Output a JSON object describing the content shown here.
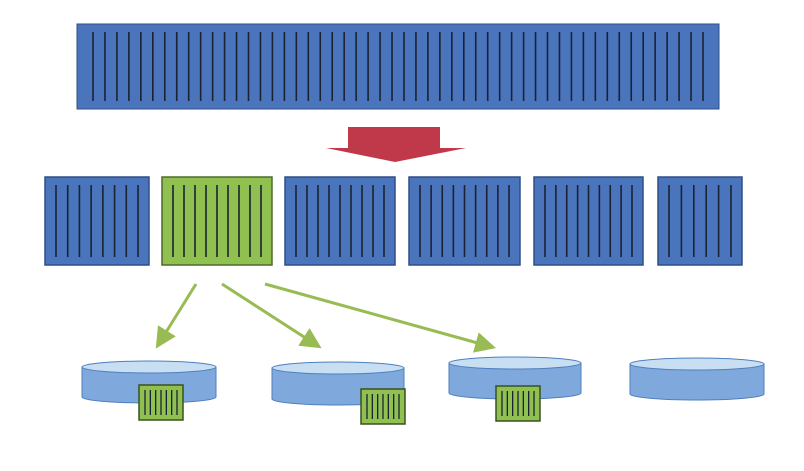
{
  "diagram": {
    "colors": {
      "block_fill": "#4a75bd",
      "block_stroke": "#2e4f86",
      "stripe": "#1a2233",
      "selected_fill": "#90c050",
      "selected_stroke": "#4e6b2a",
      "red_arrow": "#c0394a",
      "green_arrow": "#98bb54",
      "disk_top": "#c8def2",
      "disk_body": "#7fa9dc",
      "disk_stroke": "#4f7fbe"
    },
    "source_block": {
      "stripe_count": 52
    },
    "chunks": [
      {
        "id": "chunk-1",
        "selected": false,
        "stripe_count": 8
      },
      {
        "id": "chunk-2",
        "selected": true,
        "stripe_count": 9
      },
      {
        "id": "chunk-3",
        "selected": false,
        "stripe_count": 9
      },
      {
        "id": "chunk-4",
        "selected": false,
        "stripe_count": 9
      },
      {
        "id": "chunk-5",
        "selected": false,
        "stripe_count": 9
      },
      {
        "id": "chunk-6",
        "selected": false,
        "stripe_count": 6
      }
    ],
    "disks": [
      {
        "id": "disk-1",
        "has_replica": true
      },
      {
        "id": "disk-2",
        "has_replica": true
      },
      {
        "id": "disk-3",
        "has_replica": true
      },
      {
        "id": "disk-4",
        "has_replica": false
      }
    ],
    "replica_stripe_count": 7
  }
}
